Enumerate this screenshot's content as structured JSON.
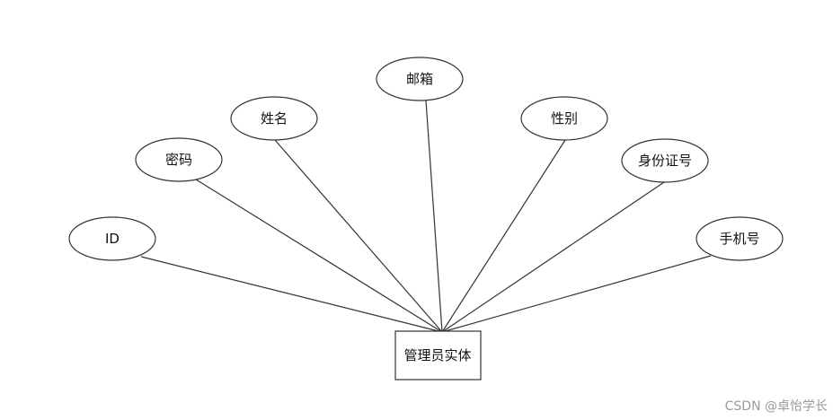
{
  "entity": {
    "label": "管理员实体"
  },
  "attributes": [
    {
      "label": "ID"
    },
    {
      "label": "密码"
    },
    {
      "label": "姓名"
    },
    {
      "label": "邮箱"
    },
    {
      "label": "性别"
    },
    {
      "label": "身份证号"
    },
    {
      "label": "手机号"
    }
  ],
  "watermark": "CSDN @卓怡学长",
  "colors": {
    "stroke": "#333333",
    "text": "#111111",
    "background": "#ffffff"
  }
}
